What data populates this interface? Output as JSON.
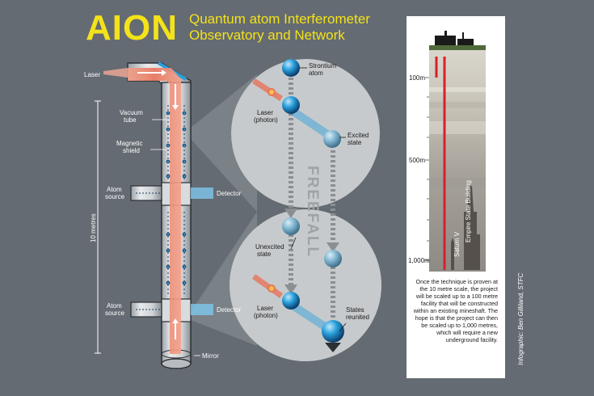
{
  "title": {
    "main": "AION",
    "line1": "Quantum atom Interferometer",
    "line2": "Observatory and Network"
  },
  "tube_labels": {
    "laser": "Laser",
    "vacuum": [
      "Vacuum",
      "tube"
    ],
    "magnetic": [
      "Magnetic",
      "shield"
    ],
    "atom_source_top": [
      "Atom",
      "source"
    ],
    "detector_top": "Detector",
    "height": "10 metres",
    "atom_source_bottom": [
      "Atom",
      "source"
    ],
    "detector_bottom": "Detector",
    "mirror": "Mirror"
  },
  "zoom_labels": {
    "strontium": [
      "Strontium",
      "atom"
    ],
    "laser_top": [
      "Laser",
      "(photon)"
    ],
    "excited": [
      "Excited",
      "state"
    ],
    "freefall": "FREEFALL",
    "unexcited": [
      "Unexcited",
      "state"
    ],
    "laser_bottom": [
      "Laser",
      "(photon)"
    ],
    "reunited": [
      "States",
      "reunited"
    ]
  },
  "scale": {
    "depths": [
      "100m",
      "500m",
      "1,000m"
    ],
    "empire": "Empire State Building",
    "saturn": "Saturn V"
  },
  "caption": "Once the technique is proven at the 10 metre scale, the project will be scaled up to a 100 metre facility that will be constructed within an existing mineshaft. The hope is that the project can then be scaled up to 1,000 metres, which will require a new underground facility.",
  "credit": "Infographic: Ben Gilliland, STFC",
  "colors": {
    "background": "#646b72",
    "title": "#f4e21a",
    "laser": "#e8735a",
    "atom": "#2aa0dc",
    "depth_line": "#d8202a"
  }
}
